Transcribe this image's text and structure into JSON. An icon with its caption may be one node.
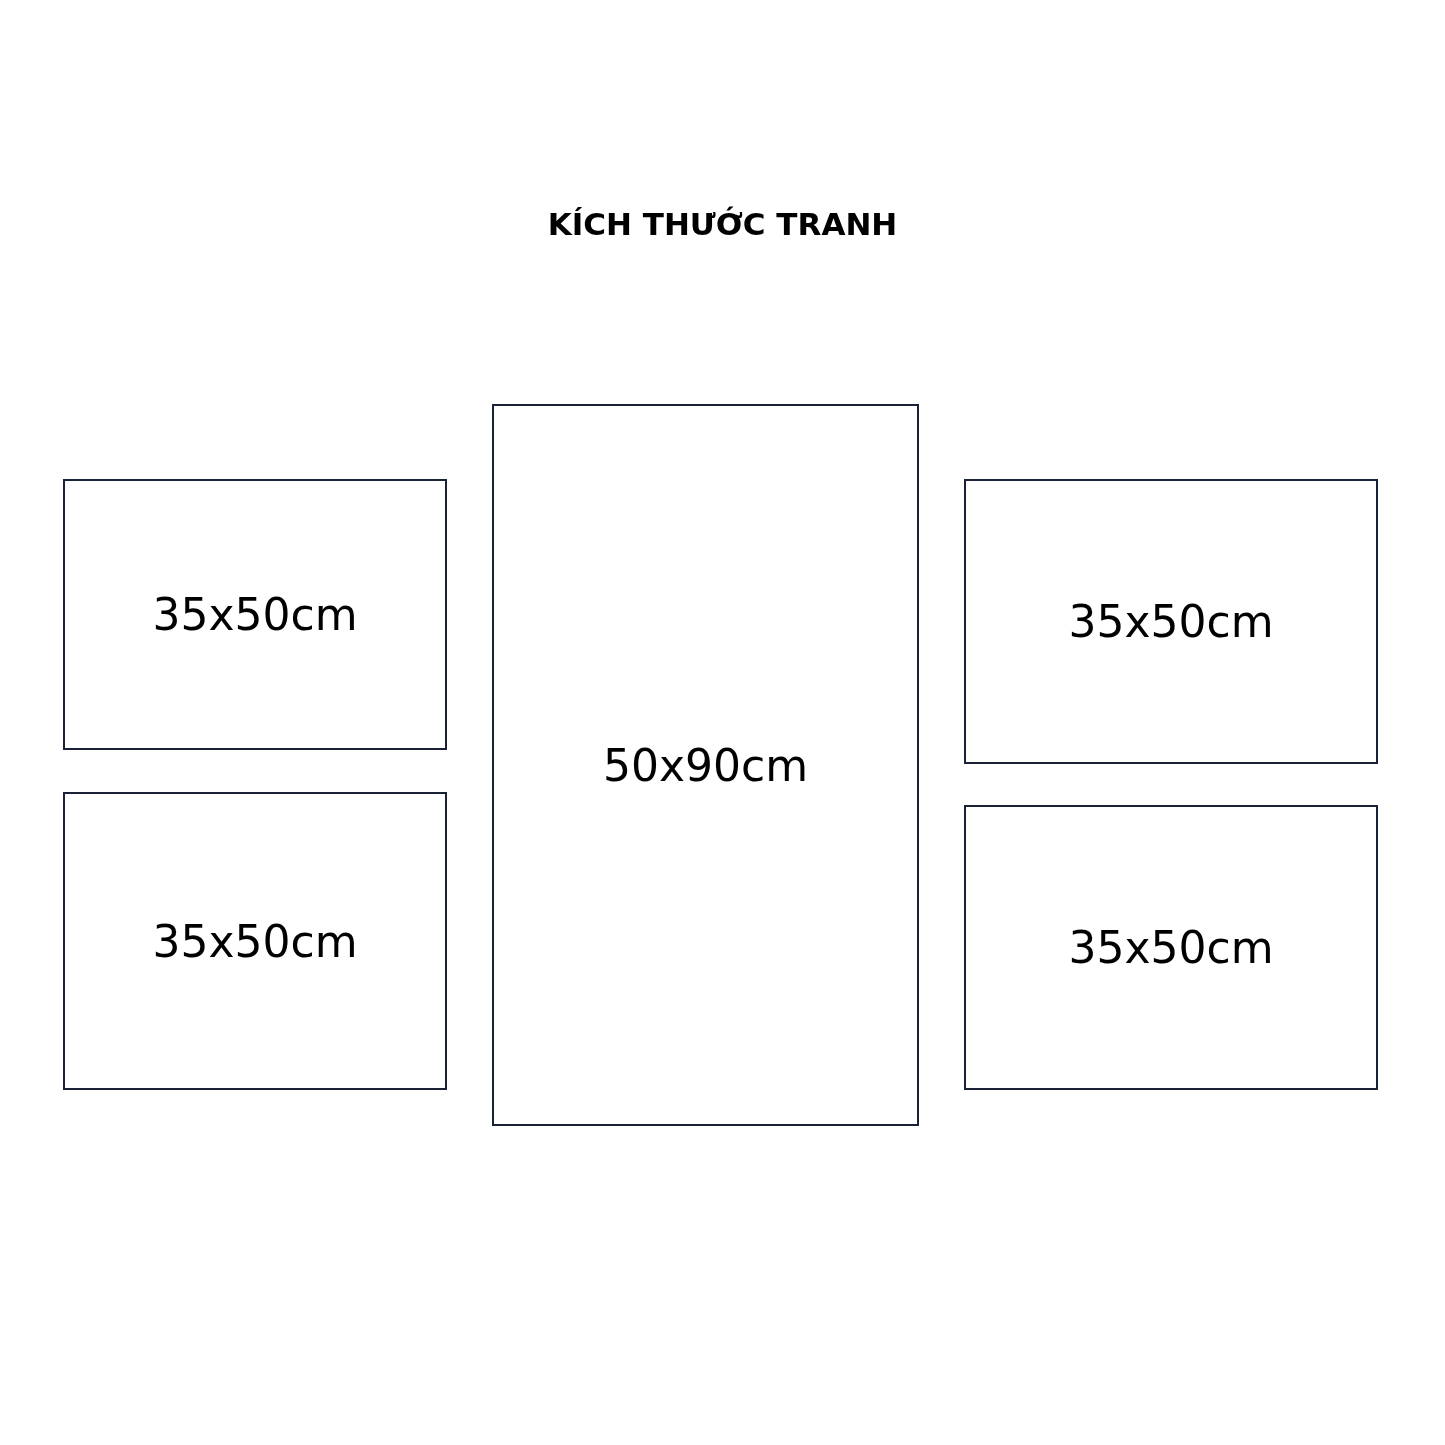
{
  "diagram": {
    "title": "KÍCH THƯỚC TRANH",
    "nodes": [
      {
        "text": [
          "35x50cm"
        ]
      },
      {
        "text": [
          "50x90cm"
        ]
      },
      {
        "text": [
          "35x50cm"
        ]
      },
      {
        "text": [
          "35x50cm"
        ]
      },
      {
        "text": [
          "35x50cm"
        ]
      }
    ]
  }
}
